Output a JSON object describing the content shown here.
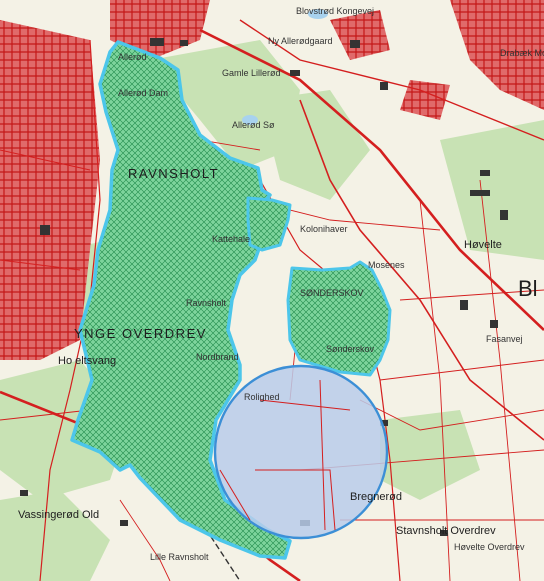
{
  "map": {
    "colors": {
      "background": "#f4f2e6",
      "forest": "#c8e2b4",
      "urban": "#d52b2b",
      "road": "#d41f1f",
      "zone_fill": "#7dd49c",
      "zone_outline": "#4cc6ea",
      "circle_fill": "#b8cdea",
      "circle_outline": "#3c8fd6"
    },
    "labels": {
      "blovstrod": "Blovstrød Kongevej",
      "allerod_top": "Allerød",
      "lillerod_ny": "Ny Allerødgaard",
      "gamle_lillerod": "Gamle Lillerød",
      "allerod_so": "Allerød Sø",
      "drabaek": "Drabæk Mose",
      "ravnsholt": "RAVNSHOLT",
      "lyngby": "YNGE OVERDREV",
      "kattehale": "Kattehale",
      "kolonihaver": "Kolonihaver",
      "hovelte": "Høvelte",
      "mosenes": "Mosenes",
      "sonderskov_dotted": "SØNDERSKOV",
      "sonderskov": "Sønderskov",
      "bl": "Bl",
      "holte_vang": "Ho   eltsvang",
      "rolighed": "Rolighed",
      "bregnerod": "Bregnerød",
      "stavnsholt": "Stavnsholt Overdrev",
      "hovelte_overdrev": "Høvelte Overdrev",
      "vassingerod": "Vassingerød Old",
      "lille_ravnsholt": "Lille Ravnsholt",
      "ravnsholt_small": "Ravnsholt",
      "nordbrand": "Nordbrand",
      "roskilde": "Fasanvej",
      "alleroddam": "Allerød Dam"
    }
  }
}
